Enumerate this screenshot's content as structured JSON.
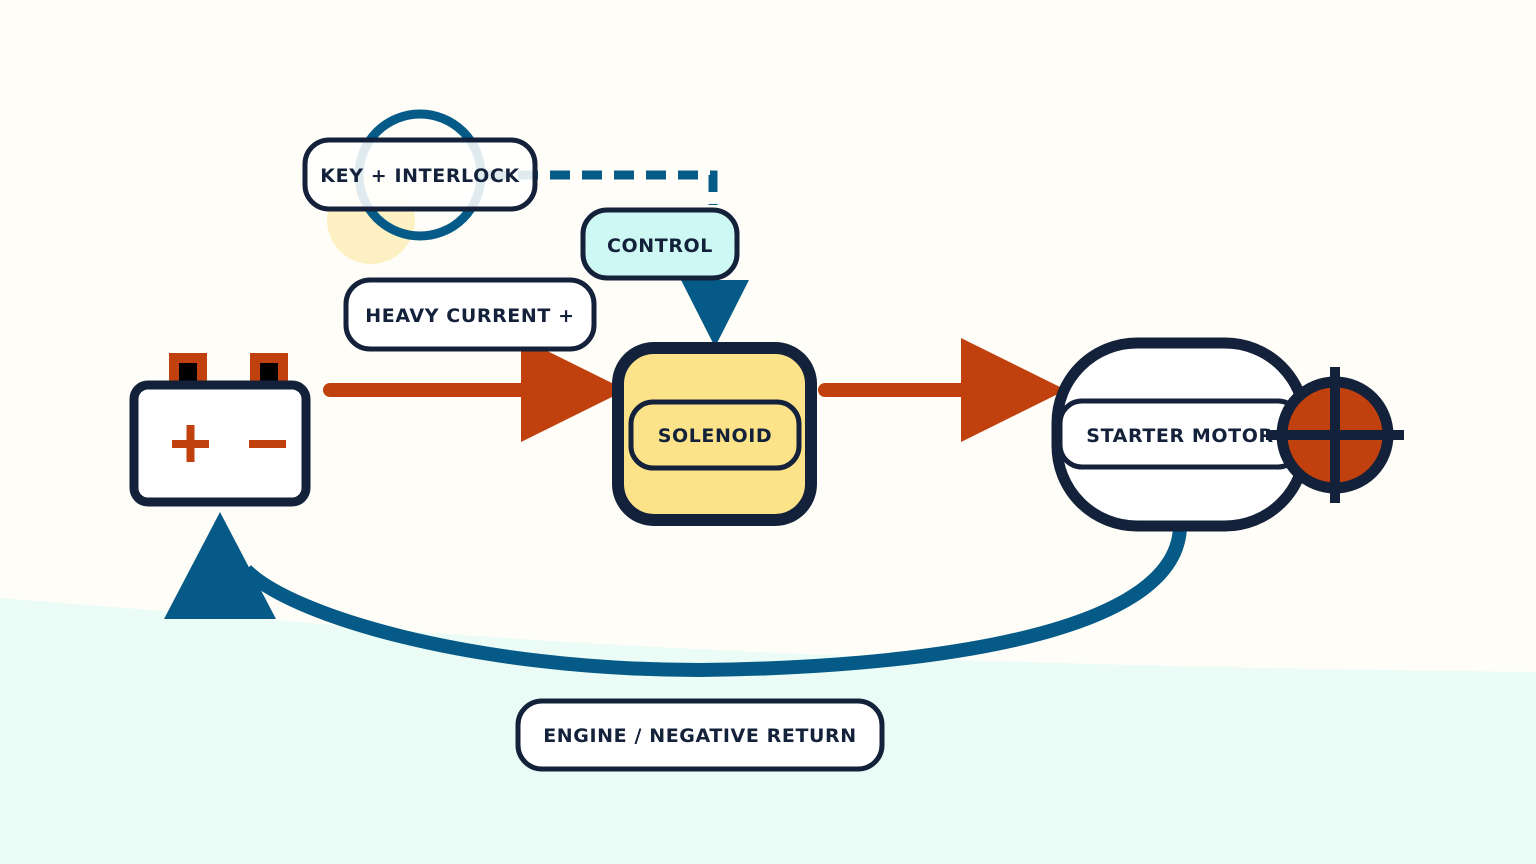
{
  "diagram": {
    "labels": {
      "key": "KEY + INTERLOCK",
      "control": "CONTROL",
      "heavy": "HEAVY CURRENT +",
      "solenoid": "SOLENOID",
      "starter": "STARTER MOTOR",
      "ret": "ENGINE / NEGATIVE RETURN",
      "battery_plus": "+",
      "battery_minus": "−"
    },
    "colors": {
      "background": "#fefdf7",
      "ground": "#ebfcf6",
      "outline": "#14213a",
      "heavy_current": "#c0400e",
      "control": "#065a87",
      "solenoid_fill": "#fce38a",
      "control_fill": "#cdf8f3",
      "sun": "#fdf1c4"
    },
    "icons": [
      "battery-icon",
      "starter-gear-icon"
    ]
  }
}
